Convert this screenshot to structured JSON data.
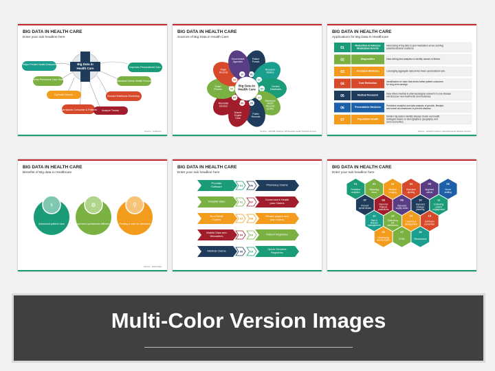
{
  "slides": {
    "s1": {
      "title": "BIG DATA IN HEALTH CARE",
      "subtitle": "Enter your sub headline here",
      "center": "Big Data in Health Care",
      "items": [
        "It Helps Predict Health Outcomes",
        "Implements Preventive Care Strategies",
        "Optimize Growth",
        "Understands Consumer & Patients",
        "Analyze Trends",
        "Boosts Healthcare Marketing",
        "Maintains Online Health Record",
        "Improves Personalized Care"
      ],
      "source": "Source : Datamine"
    },
    "s2": {
      "title": "BIG DATA IN HEALTH CARE",
      "subtitle": "Sources of Big Data in Health Care",
      "center": "Big Data In Health Care",
      "petals": [
        {
          "num": "01",
          "label": "Patient Portals"
        },
        {
          "num": "02",
          "label": "Research Studies"
        },
        {
          "num": "03",
          "label": "Generic Databases"
        },
        {
          "num": "04",
          "label": "Electronic Health Records (EHR)"
        },
        {
          "num": "05",
          "label": "Public Records"
        },
        {
          "num": "06",
          "label": "Search Engine Data"
        },
        {
          "num": "07",
          "label": "Wearable Devices"
        },
        {
          "num": "08",
          "label": "Smart Phones"
        },
        {
          "num": "09",
          "label": "Payer Records"
        },
        {
          "num": "10",
          "label": "Government Agencies"
        }
      ],
      "source": "Source : HIGHM Catalyst; Whitecastle health Medical Society"
    },
    "s3": {
      "title": "BIG DATA IN HEALTH CARE",
      "subtitle": "Applications for Big Data in Healthcare",
      "rows": [
        {
          "num": "01",
          "name": "Reduction of Adverse Medication Events",
          "desc": "Harnessing of big data to spot medication errors and flag potential adverse reactions."
        },
        {
          "num": "02",
          "name": "Diagnostics",
          "desc": "Data mining and analytics to identify causes of illness."
        },
        {
          "num": "03",
          "name": "Precision Medicine",
          "desc": "Leveraging aggregate data drives fewer personalized care."
        },
        {
          "num": "04",
          "name": "Cost Reduction",
          "desc": "Identification of value that drives better patient outcomes for long-term savings."
        },
        {
          "num": "05",
          "name": "Medical Research",
          "desc": "Data drives medical & pharmacological research to cure disease and discover new treatments and medicines."
        },
        {
          "num": "06",
          "name": "Preventative Medicine",
          "desc": "Predictive analytics and data analysis of genetic, lifestyle, and social circumstances to prevent disease."
        },
        {
          "num": "07",
          "name": "Population Health",
          "desc": "Monitor big data to identify disease trends and health strategies based on demographics, geography, and socio-economics."
        }
      ],
      "source": "Source : HIGHM Catalyst; Massachusetts Medical Society"
    },
    "s4": {
      "title": "BIG DATA IN HEALTH CARE",
      "subtitle": "Benefits of Big data in Healthcare",
      "items": [
        "Advanced patient care",
        "Improves operational efficiency",
        "Finding a cure for diseases"
      ],
      "source": "Source : Datainship"
    },
    "s5": {
      "title": "BIG DATA IN HEALTH CARE",
      "subtitle": "Enter your sub headline here",
      "rows": [
        {
          "lnum": "01",
          "left": "Provider Software",
          "rnum": "06",
          "right": "Pharmacy Claims"
        },
        {
          "lnum": "02",
          "left": "Hospital Stats",
          "rnum": "07",
          "right": "Government Health plan Claims"
        },
        {
          "lnum": "03",
          "left": "Non-Retail Outlets",
          "rnum": "08",
          "right": "Private payers and plan claims"
        },
        {
          "lnum": "04",
          "left": "Mobile Data and Wearables",
          "rnum": "09",
          "right": "Patient Registries"
        },
        {
          "lnum": "05",
          "left": "Medical Claims",
          "rnum": "10",
          "right": "Opt-in Genome Registries"
        }
      ]
    },
    "s6": {
      "title": "BIG DATA IN HEALTH CARE",
      "subtitle": "Enter your sub headline here",
      "hexes": [
        {
          "num": "01",
          "label": "Predictive analytics"
        },
        {
          "num": "02",
          "label": "Reducing fraud"
        },
        {
          "num": "03",
          "label": "Medical imaging"
        },
        {
          "num": "04",
          "label": "Real-time alerting"
        },
        {
          "num": "05",
          "label": "Augment cancer"
        },
        {
          "num": "06",
          "label": "Smart staffing"
        },
        {
          "num": "07",
          "label": "Prevent opioid abuse"
        },
        {
          "num": "08",
          "label": "Improved Patients predictions"
        },
        {
          "num": "09",
          "label": "Improved supply chain"
        },
        {
          "num": "10",
          "label": "Improved strategic planning"
        },
        {
          "num": "11",
          "label": "Extending patient engagement"
        },
        {
          "num": "12",
          "label": "Risk & disease management"
        },
        {
          "num": "13",
          "label": "Optimizing bill admissions"
        },
        {
          "num": "14",
          "label": "Learning & development"
        },
        {
          "num": "15",
          "label": "Self-harm prevention"
        },
        {
          "num": "16",
          "label": "Developing new therapies"
        },
        {
          "num": "17",
          "label": "EHRs"
        },
        {
          "num": "18",
          "label": "Telemedicine"
        }
      ]
    }
  },
  "banner": {
    "title": "Multi-Color Version Images"
  },
  "colors": {
    "green": "#1a9c78",
    "olive": "#7bb142",
    "orange": "#f39b1c",
    "red": "#d6492a",
    "dark_red": "#a11d2b",
    "navy": "#1f3c5c",
    "blue": "#1d5fa8",
    "teal": "#1a9e8e",
    "purple": "#5a3e85"
  }
}
